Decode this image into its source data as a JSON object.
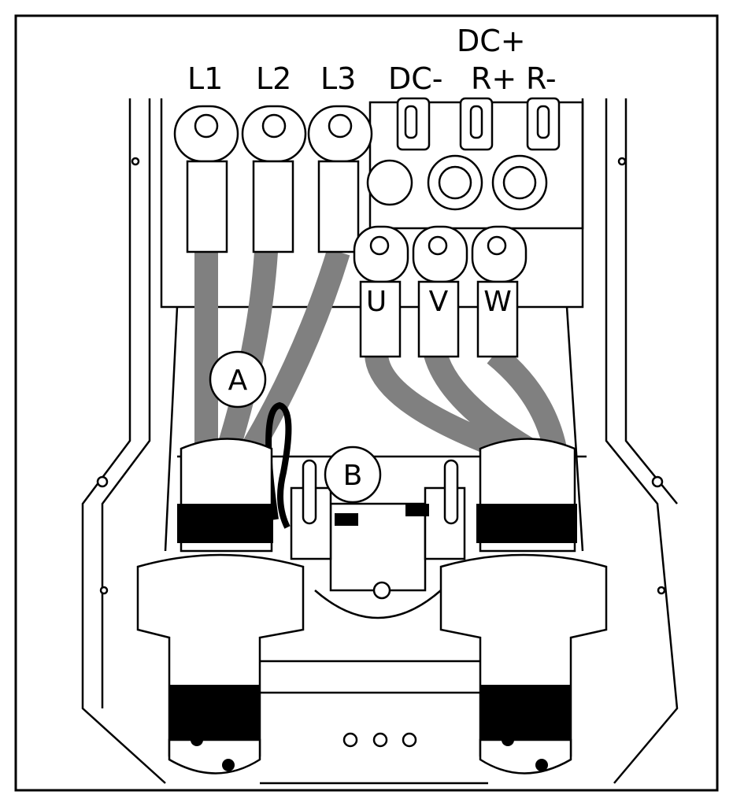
{
  "diagram": {
    "supply_terminals": [
      "L1",
      "L2",
      "L3"
    ],
    "dc_terminals": {
      "dc_minus": "DC-",
      "dc_plus": "DC+",
      "r_plus": "R+",
      "r_minus": "R-"
    },
    "motor_terminals": [
      "U",
      "V",
      "W"
    ],
    "callouts": {
      "a": "A",
      "b": "B"
    },
    "colors": {
      "cable": "#808080",
      "line": "#000000",
      "background": "#ffffff"
    }
  }
}
